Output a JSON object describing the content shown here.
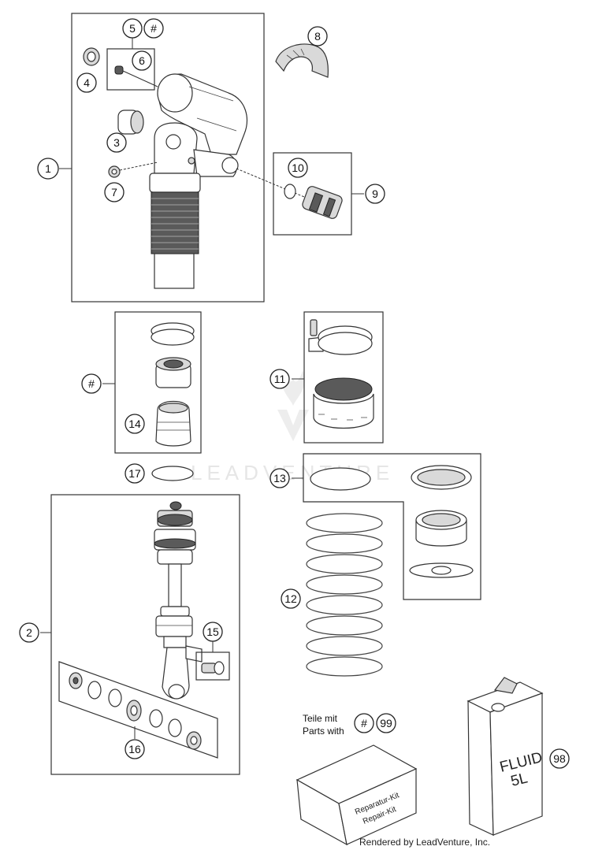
{
  "callouts": {
    "c1": "1",
    "c2": "2",
    "c3": "3",
    "c4": "4",
    "c5": "5",
    "c5hash": "#",
    "c6": "6",
    "c7": "7",
    "c8": "8",
    "c9": "9",
    "c10": "10",
    "c11": "11",
    "c12": "12",
    "c13": "13",
    "c14": "14",
    "c15": "15",
    "c16": "16",
    "c17": "17",
    "chash": "#",
    "c98": "98",
    "c99hash": "#",
    "c99": "99"
  },
  "notes": {
    "parts_with_de": "Teile mit",
    "parts_with_en": "Parts with"
  },
  "repair_kit": {
    "label_de": "Reparatur-Kit",
    "label_en": "Repair-Kit"
  },
  "fluid_can": {
    "line1": "FLUID",
    "line2": "5L"
  },
  "watermark": "LEADVENTURE",
  "footer": "Rendered by LeadVenture, Inc."
}
